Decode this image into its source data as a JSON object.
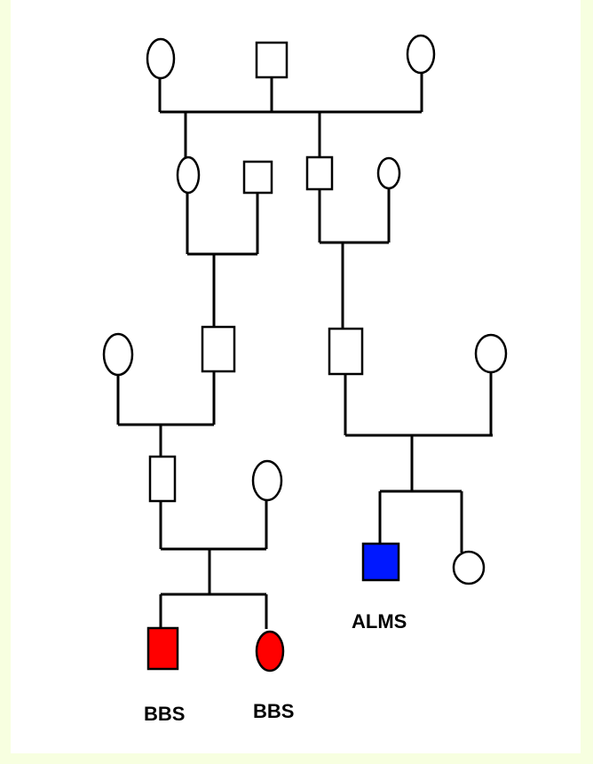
{
  "labels": {
    "alms": "ALMS",
    "bbs_son": "BBS",
    "bbs_daughter": "BBS"
  },
  "colors": {
    "line": "#000000",
    "unaffected_fill": "#ffffff",
    "alms_fill": "#0018ff",
    "bbs_fill": "#ff0000",
    "background": "#ffffff",
    "page_border": "#f7ffe0"
  },
  "legend_semantics": {
    "square": "male",
    "circle": "female"
  }
}
